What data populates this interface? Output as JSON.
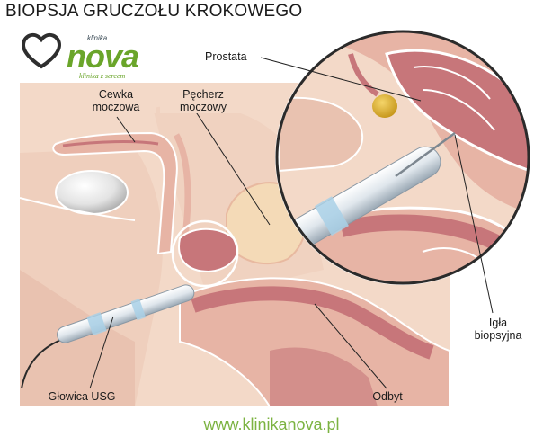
{
  "title": "BIOPSJA GRUCZOŁU KROKOWEGO",
  "logo": {
    "small_text": "klinika",
    "brand": "nova",
    "tagline": "klinika z sercem"
  },
  "labels": {
    "urethra": "Cewka\nmoczowa",
    "bladder": "Pęcherz\nmoczowy",
    "prostate": "Prostata",
    "needle": "Igła\nbiopsyjna",
    "probe": "Głowica USG",
    "rectum": "Odbyt"
  },
  "footer": "www.klinikanova.pl",
  "colors": {
    "brand_green": "#6aa52a",
    "skin": "#f3d9c8",
    "tissue": "#e7b4a5",
    "muscle": "#c7767a",
    "bladder": "#f4dab7",
    "outline": "#ffffff"
  }
}
